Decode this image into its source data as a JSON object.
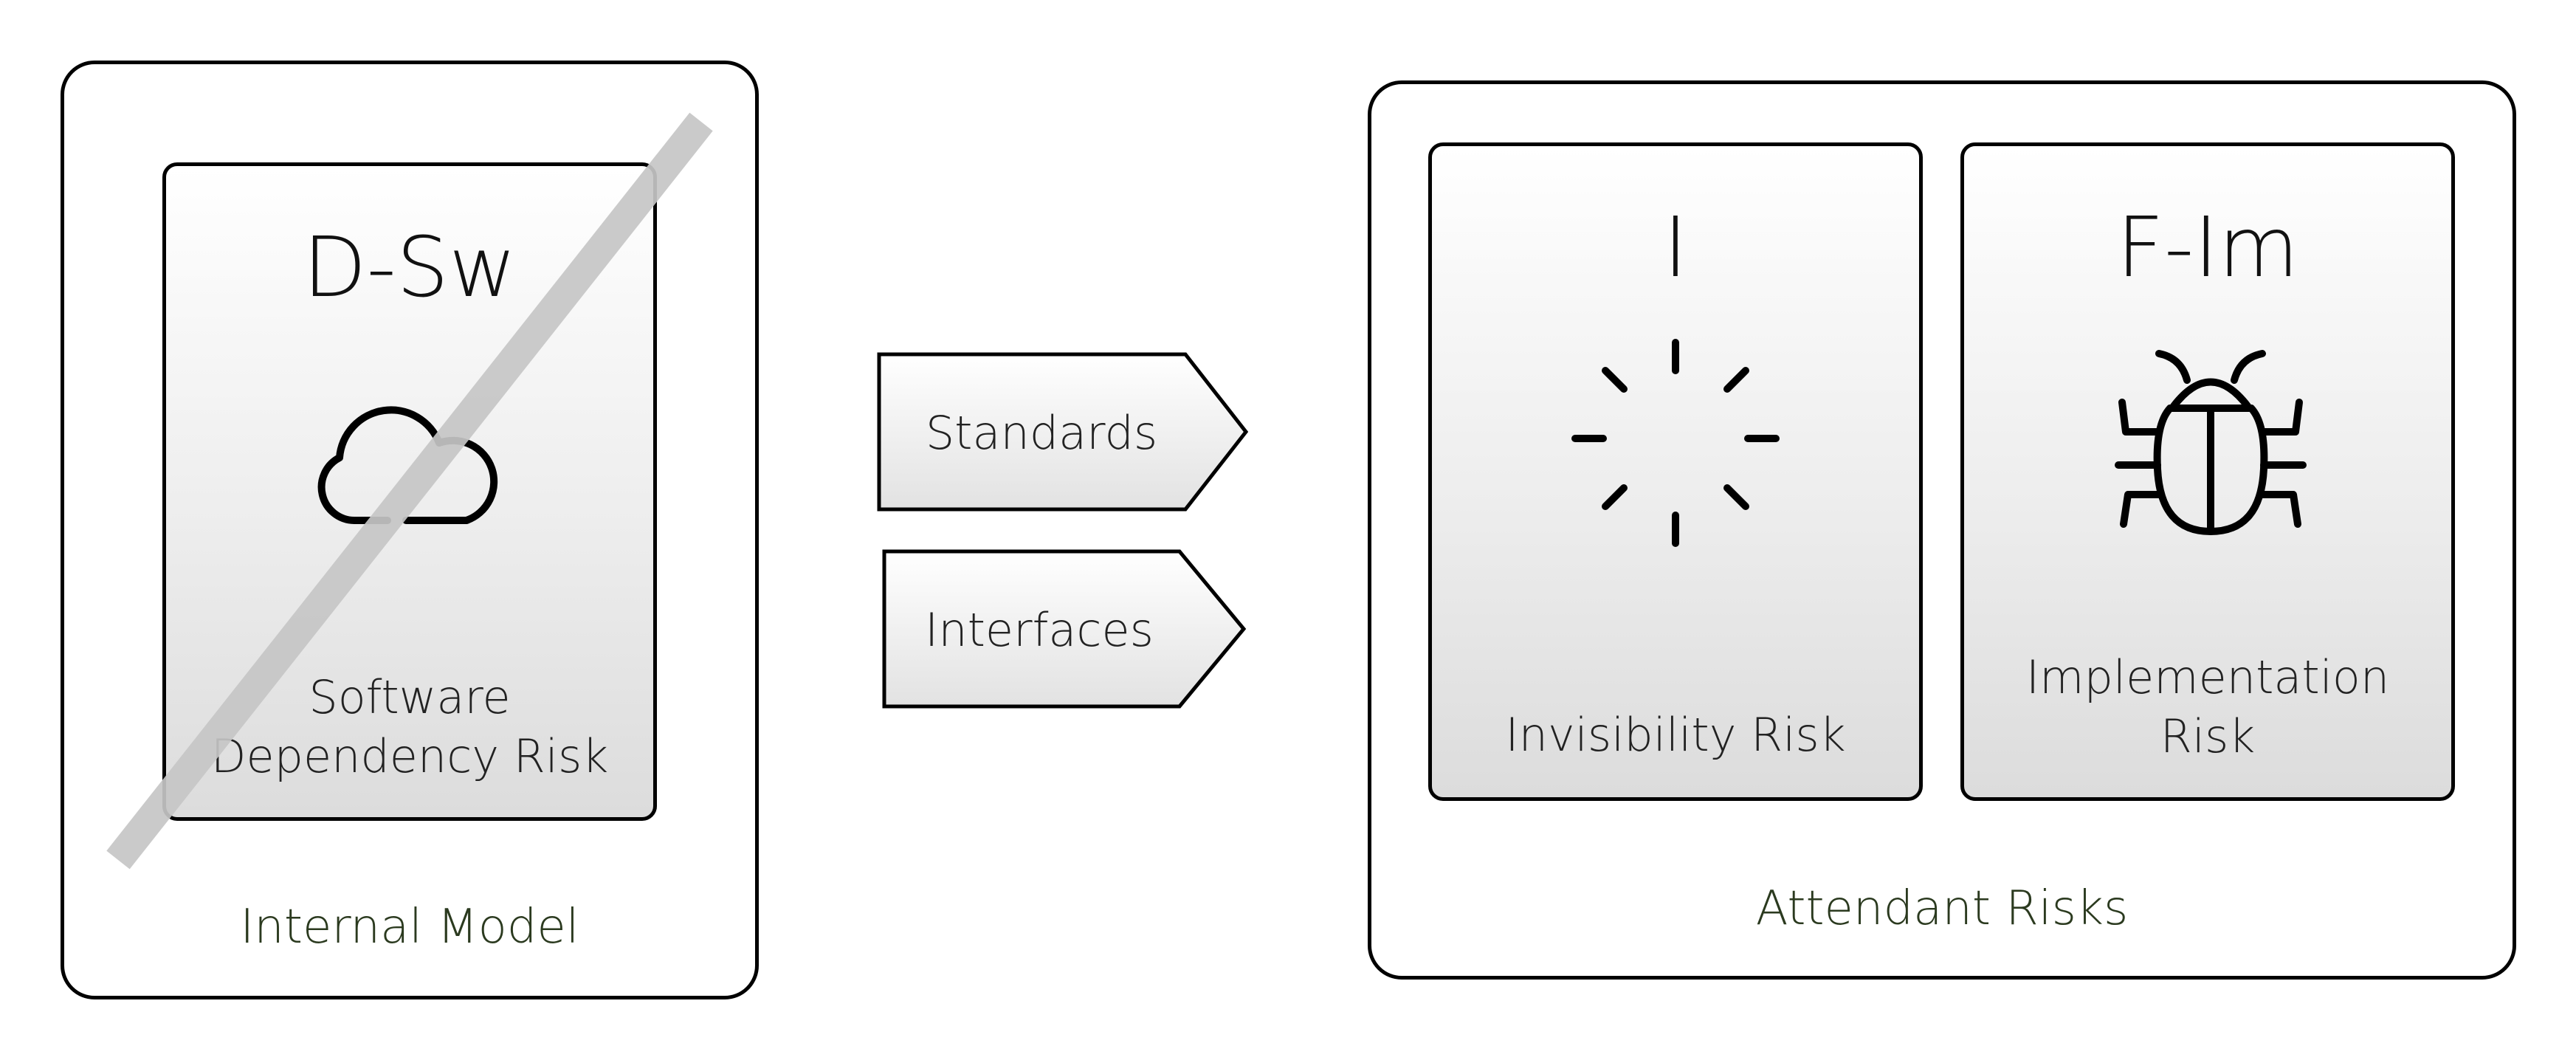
{
  "left_group": {
    "caption": "Internal Model",
    "card": {
      "code": "D-Sw",
      "label_line1": "Software",
      "label_line2": "Dependency Risk",
      "icon": "cloud-icon",
      "struck_out": true
    }
  },
  "arrows": [
    {
      "label": "Standards"
    },
    {
      "label": "Interfaces"
    }
  ],
  "right_group": {
    "caption": "Attendant Risks",
    "cards": [
      {
        "code": "I",
        "label_line1": "Invisibility Risk",
        "icon": "loading-spinner-icon"
      },
      {
        "code": "F-Im",
        "label_line1": "Implementation",
        "label_line2": "Risk",
        "icon": "bug-icon"
      }
    ]
  },
  "colors": {
    "stroke": "#000000",
    "strike_bar": "#c6c6c6",
    "caption_text": "#2b3a1f",
    "card_gradient_top": "#ffffff",
    "card_gradient_bottom": "#dcdcdc"
  }
}
